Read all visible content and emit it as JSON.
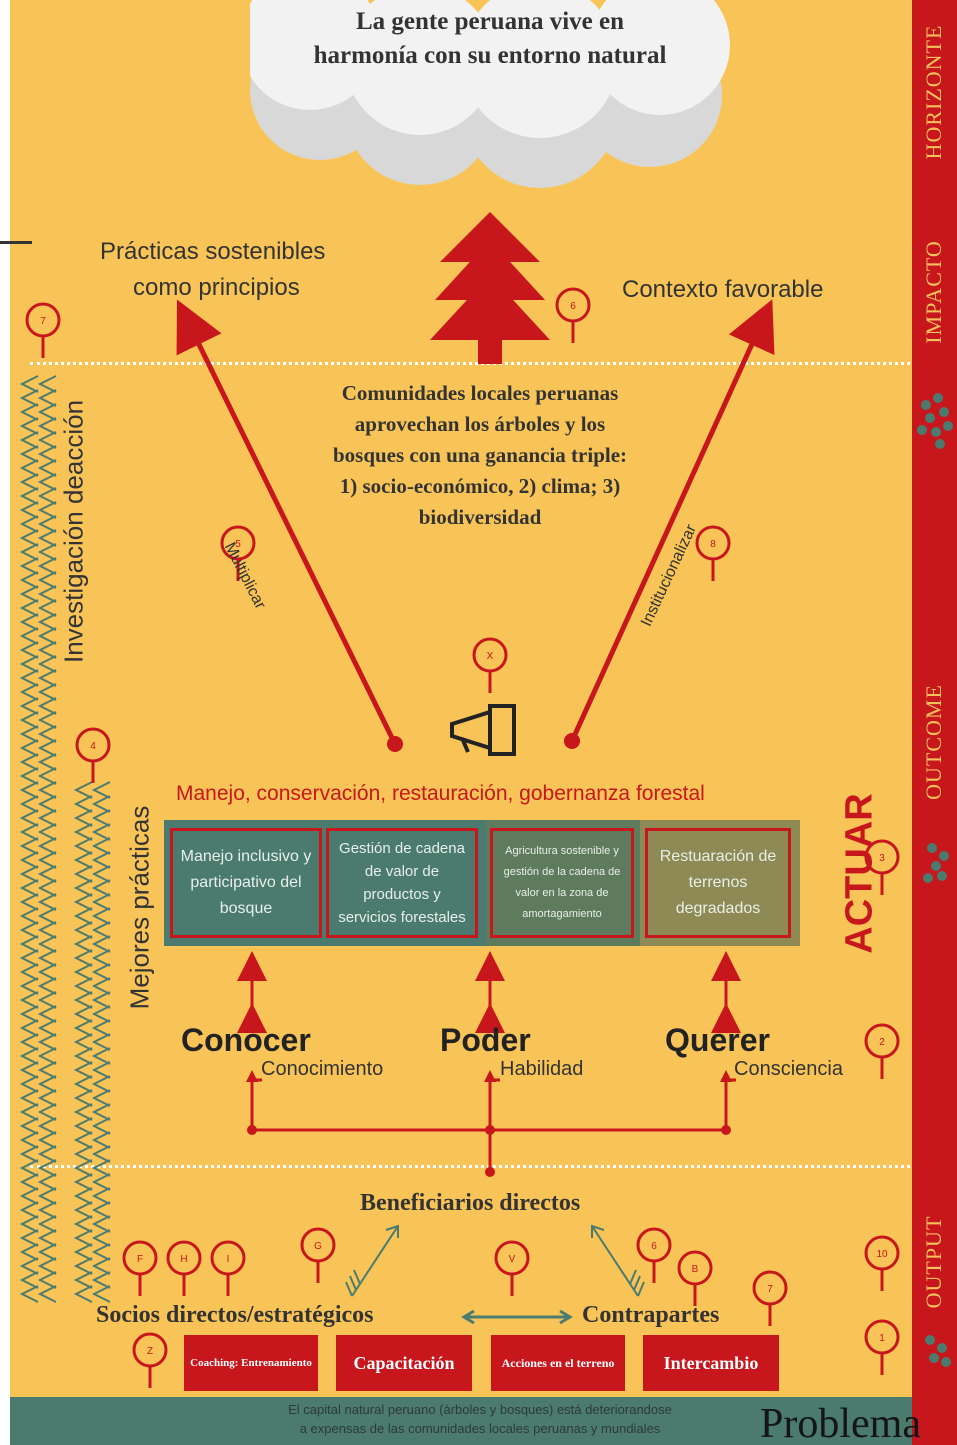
{
  "goal": {
    "line1": "La gente peruana vive en",
    "line2": "harmonía con su entorno natural"
  },
  "sidebar": {
    "horizonte": "HORIZONTE",
    "impacto": "IMPACTO",
    "outcome": "OUTCOME",
    "output": "OUTPUT"
  },
  "impact": {
    "left1": "Prácticas sostenibles",
    "left2": "como principios",
    "right": "Contexto favorable"
  },
  "outcome": {
    "line1": "Comunidades locales peruanas",
    "line2": "aprovechan los árboles y los",
    "line3": "bosques con una ganancia triple:",
    "line4": "1) socio-económico, 2) clima; 3)",
    "line5": "biodiversidad",
    "multiplicar": "Multiplicar",
    "institucionalizar": "Institucionalizar"
  },
  "left_labels": {
    "investigacion": "Investigación deacción",
    "mejores": "Mejores prácticas"
  },
  "actuar": {
    "heading": "Manejo, conservación, restauración, gobernanza forestal",
    "label": "ACTUAR",
    "boxes": [
      "Manejo inclusivo y participativo del bosque",
      "Gestión de cadena de valor de productos y servicios forestales",
      "Agricultura sostenible y gestión de la cadena de valor en la zona de amortagamiento",
      "Restuaración de terrenos degradados"
    ]
  },
  "pillars": [
    {
      "title": "Conocer",
      "sub": "Conocimiento"
    },
    {
      "title": "Poder",
      "sub": "Habilidad"
    },
    {
      "title": "Querer",
      "sub": "Consciencia"
    }
  ],
  "output": {
    "beneficiarios": "Beneficiarios directos",
    "socios": "Socios directos/estratégicos",
    "contrapartes": "Contrapartes",
    "buttons": [
      "Coaching: Entrenamiento",
      "Capacitación",
      "Acciones en el terreno",
      "Intercambio"
    ]
  },
  "markers": [
    "7",
    "6",
    "5",
    "8",
    "X",
    "4",
    "3",
    "2",
    "F",
    "H",
    "I",
    "G",
    "V",
    "6",
    "B",
    "7",
    "10",
    "Z",
    "1"
  ],
  "problem": {
    "line1": "El capital natural peruano (árboles y bosques) está deteriorandose",
    "line2": "a expensas de las comunidades locales peruanas y mundiales",
    "label": "Problema"
  },
  "colors": {
    "background": "#f9c457",
    "red": "#c8161d",
    "green": "#4a7b6e",
    "olive": "#8e8a55"
  }
}
